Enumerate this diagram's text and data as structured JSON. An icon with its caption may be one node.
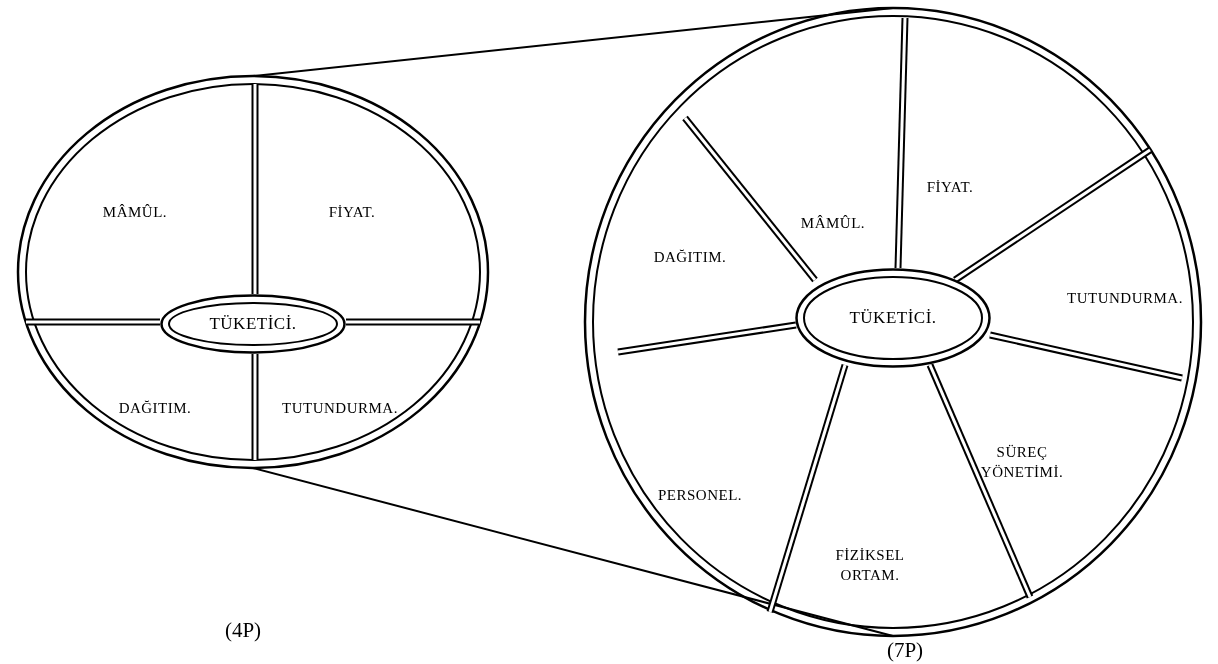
{
  "diagram": {
    "nodes": [
      {
        "text": [],
        "shape": "circle"
      },
      {
        "text": [
          "MÂMÛL."
        ],
        "in": 0
      },
      {
        "text": [
          "FİYAT."
        ],
        "in": 0
      },
      {
        "text": [
          "TÜKETİCİ."
        ],
        "in": 0
      },
      {
        "text": [
          "DAĞITIM."
        ],
        "in": 0
      },
      {
        "text": [
          "TUTUNDURMA."
        ],
        "in": 0
      },
      {
        "text": [],
        "shape": "circle"
      },
      {
        "text": [
          "MÂMÛL."
        ],
        "in": 6
      },
      {
        "text": [
          "FİYAT."
        ],
        "in": 6
      },
      {
        "text": [
          "DAĞITIM."
        ],
        "in": 6
      },
      {
        "text": [
          "TÜKETİCİ."
        ],
        "in": 6
      },
      {
        "text": [
          "TUTUNDURMA."
        ],
        "in": 6
      },
      {
        "text": [
          "PERSONEL."
        ],
        "in": 6
      },
      {
        "text": [
          "SÜREÇ YÖNETİMİ."
        ],
        "in": 6
      },
      {
        "text": [
          "FİZİKSEL ORTAM."
        ],
        "in": 6
      }
    ],
    "edges": [
      {
        "from": 0,
        "to": 6,
        "arrow": "none"
      },
      {
        "from": 0,
        "to": 6,
        "arrow": "none"
      }
    ],
    "labels": [
      "(4P)",
      "(7P)"
    ]
  }
}
